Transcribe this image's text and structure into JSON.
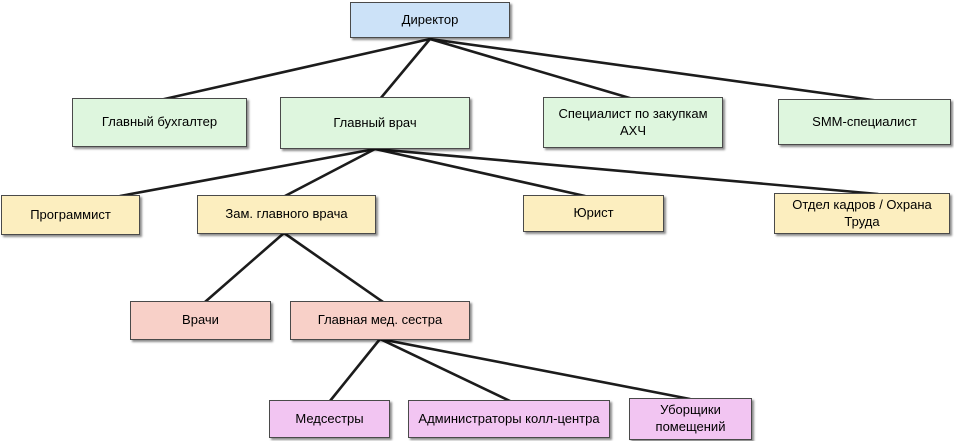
{
  "diagram": {
    "type": "org-chart",
    "palette": {
      "level1_fill": "#cce2f8",
      "level2_fill": "#def6de",
      "level3_fill": "#fceebf",
      "level4_fill": "#f8d0c8",
      "level5_fill": "#f2c5f2",
      "border_color": "#4a4a4a",
      "edge_color": "#1c1c1c",
      "background": "#ffffff"
    },
    "nodes": {
      "director": {
        "label": "Директор",
        "fill": "#cce2f8",
        "level": 1
      },
      "chief_accountant": {
        "label": "Главный бухгалтер",
        "fill": "#def6de",
        "level": 2
      },
      "chief_physician": {
        "label": "Главный врач",
        "fill": "#def6de",
        "level": 2
      },
      "procurement_specialist": {
        "label": "Специалист по закупкам АХЧ",
        "fill": "#def6de",
        "level": 2
      },
      "smm_specialist": {
        "label": "SMM-специалист",
        "fill": "#def6de",
        "level": 2
      },
      "programmer": {
        "label": "Программист",
        "fill": "#fceebf",
        "level": 3
      },
      "deputy_chief_physician": {
        "label": "Зам. главного врача",
        "fill": "#fceebf",
        "level": 3
      },
      "lawyer": {
        "label": "Юрист",
        "fill": "#fceebf",
        "level": 3
      },
      "hr_department": {
        "label": "Отдел кадров / Охрана Труда",
        "fill": "#fceebf",
        "level": 3
      },
      "doctors": {
        "label": "Врачи",
        "fill": "#f8d0c8",
        "level": 4
      },
      "head_nurse": {
        "label": "Главная мед. сестра",
        "fill": "#f8d0c8",
        "level": 4
      },
      "nurses": {
        "label": "Медсестры",
        "fill": "#f2c5f2",
        "level": 5
      },
      "call_center_administrators": {
        "label": "Администраторы колл-центра",
        "fill": "#f2c5f2",
        "level": 5
      },
      "cleaners": {
        "label": "Уборщики помещений",
        "fill": "#f2c5f2",
        "level": 5
      }
    },
    "edges": [
      {
        "from": "director",
        "to": "chief_accountant"
      },
      {
        "from": "director",
        "to": "chief_physician"
      },
      {
        "from": "director",
        "to": "procurement_specialist"
      },
      {
        "from": "director",
        "to": "smm_specialist"
      },
      {
        "from": "chief_physician",
        "to": "programmer"
      },
      {
        "from": "chief_physician",
        "to": "deputy_chief_physician"
      },
      {
        "from": "chief_physician",
        "to": "lawyer"
      },
      {
        "from": "chief_physician",
        "to": "hr_department"
      },
      {
        "from": "deputy_chief_physician",
        "to": "doctors"
      },
      {
        "from": "deputy_chief_physician",
        "to": "head_nurse"
      },
      {
        "from": "head_nurse",
        "to": "nurses"
      },
      {
        "from": "head_nurse",
        "to": "call_center_administrators"
      },
      {
        "from": "head_nurse",
        "to": "cleaners"
      }
    ]
  }
}
